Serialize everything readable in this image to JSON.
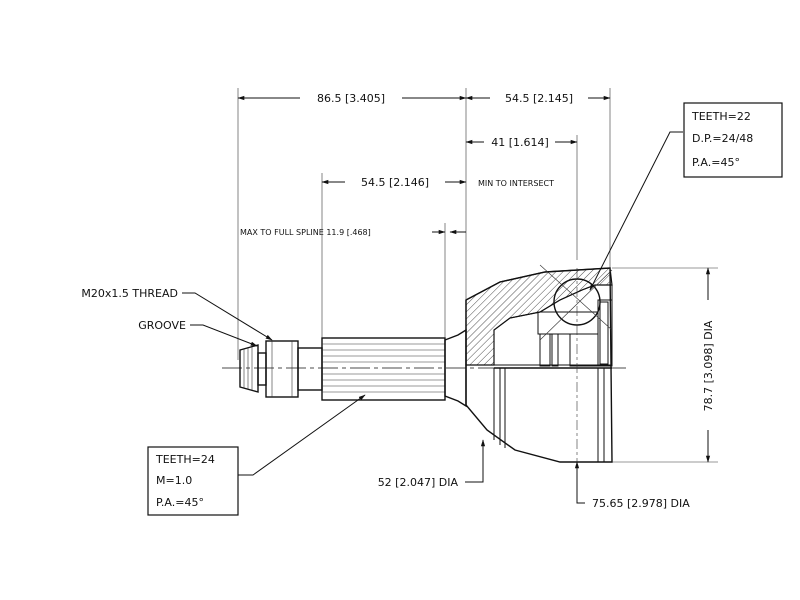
{
  "dimensions": {
    "overall_left": "86.5 [3.405]",
    "overall_right": "54.5 [2.145]",
    "to_center": "41 [1.614]",
    "spline_length": "54.5 [2.146]",
    "min_to_intersect": "MIN TO INTERSECT",
    "max_to_full_spline": "MAX TO FULL SPLINE 11.9 [.468]",
    "outer_height": "78.7 [3.098] DIA",
    "seal_dia": "52 [2.047] DIA",
    "housing_dia": "75.65 [2.978] DIA"
  },
  "callouts": {
    "thread": "M20x1.5 THREAD",
    "groove": "GROOVE"
  },
  "inner_spec": {
    "teeth": "TEETH=22",
    "dp": "D.P.=24/48",
    "pa": "P.A.=45°"
  },
  "shaft_spec": {
    "teeth": "TEETH=24",
    "module": "M=1.0",
    "pa": "P.A.=45°"
  }
}
